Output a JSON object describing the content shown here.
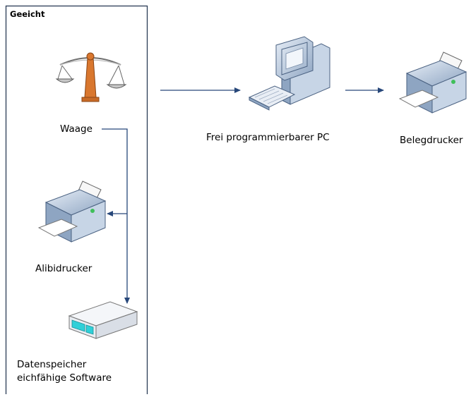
{
  "group": {
    "title": "Geeicht"
  },
  "nodes": {
    "waage": {
      "label": "Waage",
      "icon": "scale-icon"
    },
    "alibidrucker": {
      "label": "Alibidrucker",
      "icon": "printer-icon"
    },
    "datenspeicher": {
      "label_line1": "Datenspeicher",
      "label_line2": "eichfähige Software",
      "icon": "storage-box-icon"
    },
    "pc": {
      "label": "Frei programmierbarer PC",
      "icon": "computer-icon"
    },
    "belegdrucker": {
      "label": "Belegdrucker",
      "icon": "printer-icon"
    }
  },
  "colors": {
    "arrow": "#27477a",
    "border": "#2a3b55",
    "device_body": "#b9c9dd",
    "device_dark": "#5f7898",
    "storage_accent": "#2fd0d8",
    "scale_post": "#d9772e"
  }
}
